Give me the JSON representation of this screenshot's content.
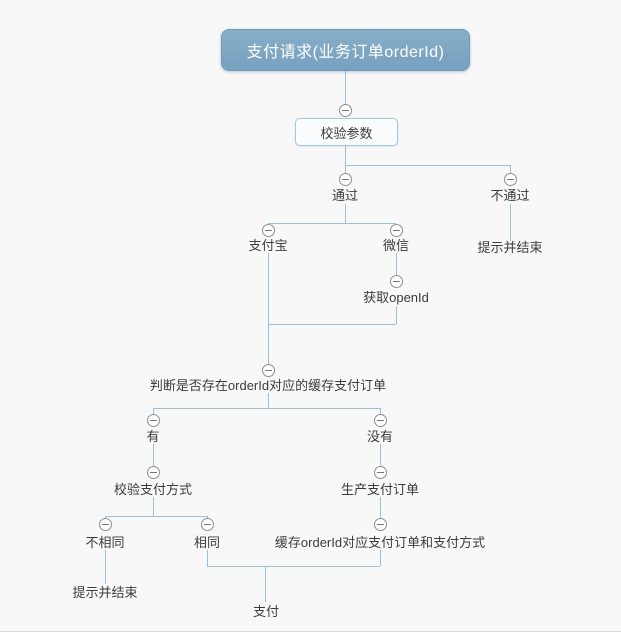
{
  "app": {
    "description": "mind-map flowchart of a payment request flow"
  },
  "diagram": {
    "root": "支付请求(业务订单orderId)",
    "nodes": {
      "validate": "校验参数",
      "pass": "通过",
      "fail": "不通过",
      "fail_end": "提示并结束",
      "alipay": "支付宝",
      "wechat": "微信",
      "get_openid": "获取openId",
      "check_cache": "判断是否存在orderId对应的缓存支付订单",
      "has": "有",
      "none": "没有",
      "verify_method": "校验支付方式",
      "create_order": "生产支付订单",
      "different": "不相同",
      "same": "相同",
      "cache_order": "缓存orderId对应支付订单和支付方式",
      "diff_end": "提示并结束",
      "pay": "支付"
    },
    "icons": {
      "collapse": "minus-circle-icon"
    },
    "colors": {
      "root_bg_top": "#87aec8",
      "root_bg_bottom": "#76a1bf",
      "root_border": "#6d9cba",
      "root_text": "#ffffff",
      "box_bg": "#fbfcfe",
      "box_border": "#a2c6db",
      "line": "#9cc0d4",
      "text": "#3c3c3c",
      "icon_border": "#8e8e8e",
      "icon_glyph": "#777777",
      "page_bg": "#f8f8f9",
      "page_border": "#d9d9d9"
    }
  }
}
